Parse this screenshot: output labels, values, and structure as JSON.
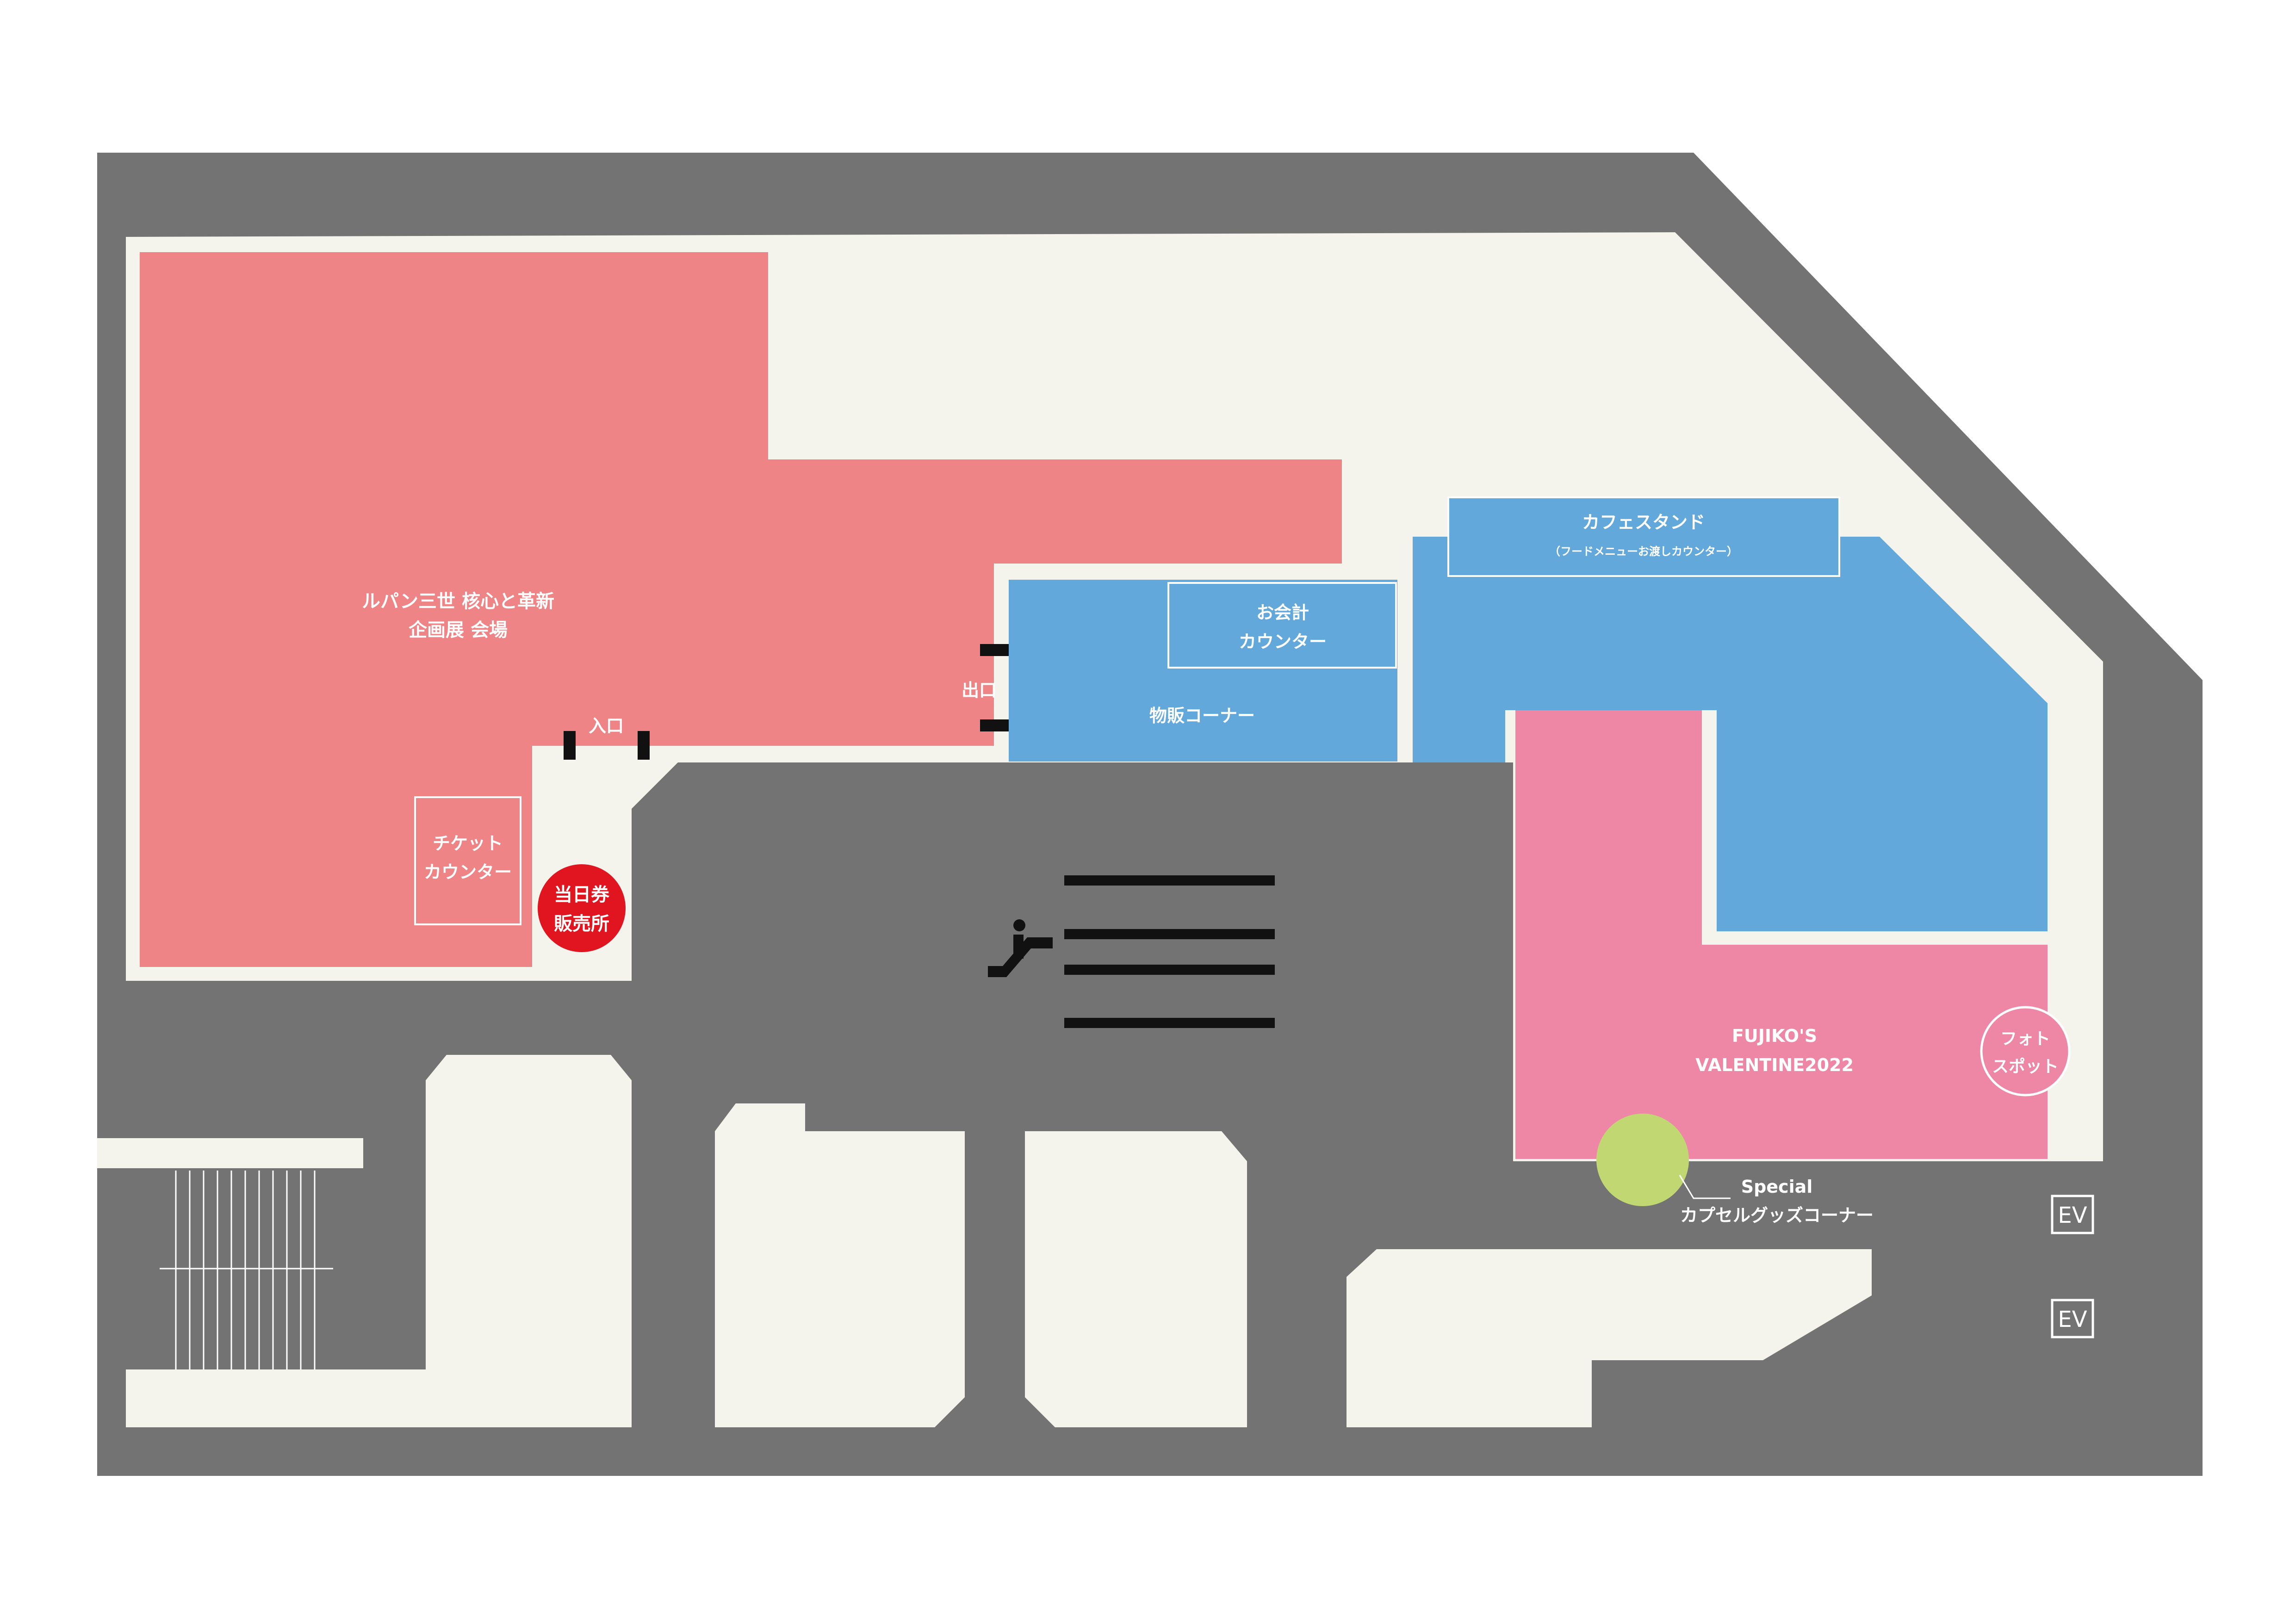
{
  "colors": {
    "frame": "#737373",
    "floor": "#f5f4ec",
    "exhibition": "#ee8485",
    "shop_cafe": "#63a8da",
    "valentine": "#ee87a6",
    "same_day_tickets": "#e0151f",
    "special_corner": "#c1d872",
    "escalator": "#111111"
  },
  "exhibition": {
    "title_line1": "ルパン三世 核心と革新",
    "title_line2": "企画展 会場",
    "entrance": "入口",
    "exit": "出口",
    "ticket_counter_line1": "チケット",
    "ticket_counter_line2": "カウンター"
  },
  "same_day_tickets": {
    "line1": "当日券",
    "line2": "販売所"
  },
  "shop": {
    "label": "物販コーナー",
    "checkout_line1": "お会計",
    "checkout_line2": "カウンター"
  },
  "cafe": {
    "title": "カフェスタンド",
    "subtitle": "（フードメニューお渡しカウンター）"
  },
  "valentine": {
    "line1": "FUJIKO'S",
    "line2": "VALENTINE2022"
  },
  "photo_spot": {
    "line1": "フォト",
    "line2": "スポット"
  },
  "special_corner": {
    "line1": "Special",
    "line2": "カプセルグッズコーナー"
  },
  "elevators": [
    "EV",
    "EV"
  ],
  "escalator_icon": "escalator-icon"
}
